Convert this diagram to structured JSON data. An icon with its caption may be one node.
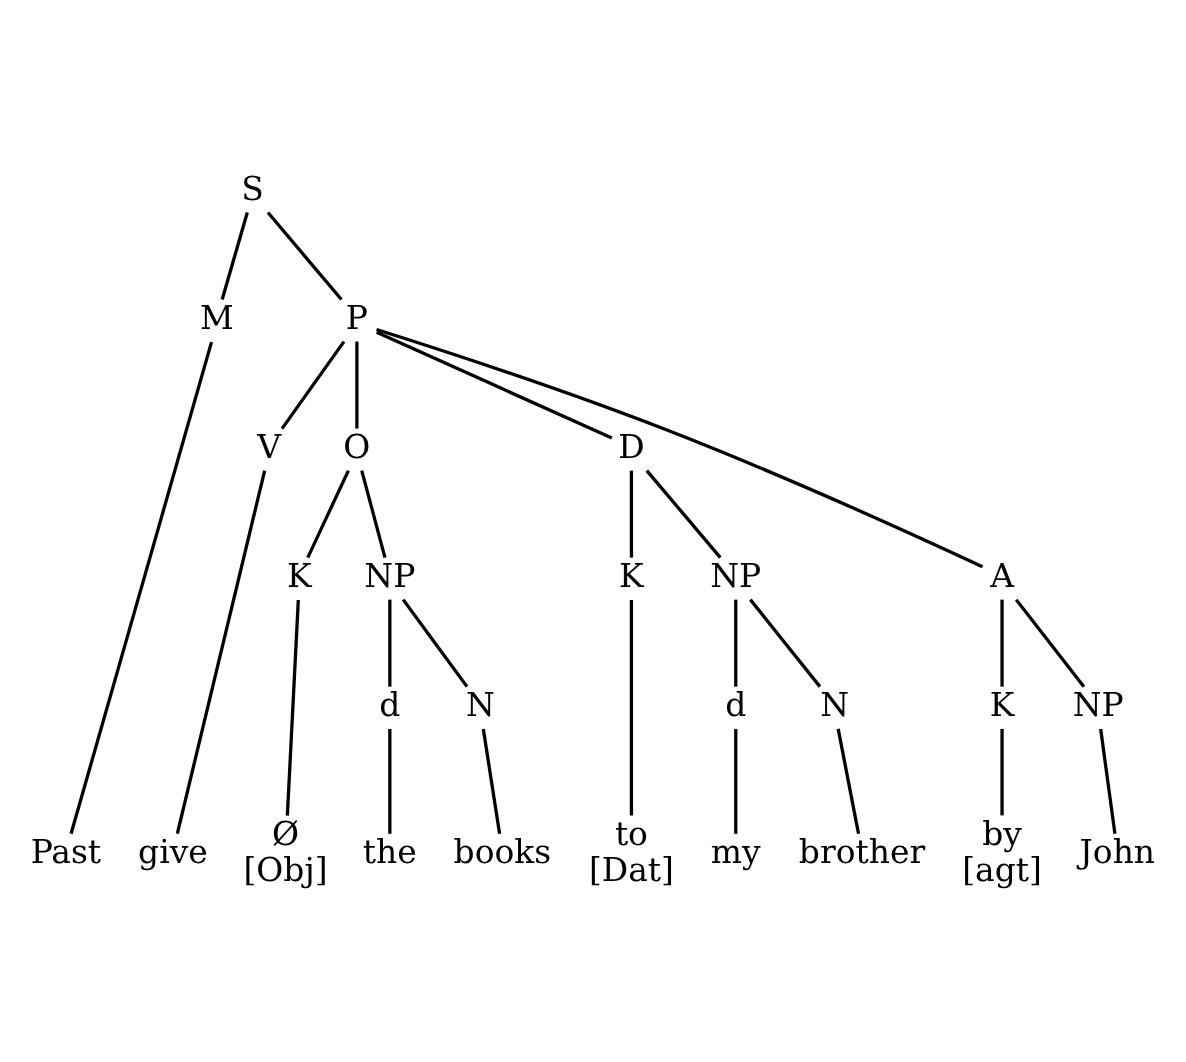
{
  "diagram": {
    "nodes": [
      {
        "text": [
          "S"
        ]
      },
      {
        "text": [
          "M"
        ]
      },
      {
        "text": [
          "P"
        ]
      },
      {
        "text": [
          "V"
        ]
      },
      {
        "text": [
          "O"
        ]
      },
      {
        "text": [
          "D"
        ]
      },
      {
        "text": [
          "A"
        ]
      },
      {
        "text": [
          "K"
        ]
      },
      {
        "text": [
          "NP"
        ]
      },
      {
        "text": [
          "K"
        ]
      },
      {
        "text": [
          "NP"
        ]
      },
      {
        "text": [
          "K"
        ]
      },
      {
        "text": [
          "NP"
        ]
      },
      {
        "text": [
          "d"
        ]
      },
      {
        "text": [
          "N"
        ]
      },
      {
        "text": [
          "d"
        ]
      },
      {
        "text": [
          "N"
        ]
      },
      {
        "text": [
          "Past"
        ]
      },
      {
        "text": [
          "give"
        ]
      },
      {
        "text": [
          "Ø"
        ],
        "beside": [
          "[Obj]"
        ]
      },
      {
        "text": [
          "the"
        ]
      },
      {
        "text": [
          "books"
        ]
      },
      {
        "text": [
          "to"
        ],
        "beside": [
          "[Dat]"
        ]
      },
      {
        "text": [
          "my"
        ]
      },
      {
        "text": [
          "brother"
        ]
      },
      {
        "text": [
          "by"
        ],
        "beside": [
          "[agt]"
        ]
      },
      {
        "text": [
          "John"
        ]
      }
    ],
    "edges": [
      {
        "from": 0,
        "to": 1,
        "arrow": "none"
      },
      {
        "from": 0,
        "to": 2,
        "arrow": "none"
      },
      {
        "from": 1,
        "to": 17,
        "arrow": "none"
      },
      {
        "from": 2,
        "to": 3,
        "arrow": "none"
      },
      {
        "from": 2,
        "to": 4,
        "arrow": "none"
      },
      {
        "from": 2,
        "to": 5,
        "arrow": "none"
      },
      {
        "from": 2,
        "to": 6,
        "arrow": "none"
      },
      {
        "from": 3,
        "to": 18,
        "arrow": "none"
      },
      {
        "from": 4,
        "to": 7,
        "arrow": "none"
      },
      {
        "from": 4,
        "to": 8,
        "arrow": "none"
      },
      {
        "from": 7,
        "to": 19,
        "arrow": "none"
      },
      {
        "from": 8,
        "to": 13,
        "arrow": "none"
      },
      {
        "from": 8,
        "to": 14,
        "arrow": "none"
      },
      {
        "from": 13,
        "to": 20,
        "arrow": "none"
      },
      {
        "from": 14,
        "to": 21,
        "arrow": "none"
      },
      {
        "from": 5,
        "to": 9,
        "arrow": "none"
      },
      {
        "from": 5,
        "to": 10,
        "arrow": "none"
      },
      {
        "from": 9,
        "to": 22,
        "arrow": "none"
      },
      {
        "from": 10,
        "to": 15,
        "arrow": "none"
      },
      {
        "from": 10,
        "to": 16,
        "arrow": "none"
      },
      {
        "from": 15,
        "to": 23,
        "arrow": "none"
      },
      {
        "from": 16,
        "to": 24,
        "arrow": "none"
      },
      {
        "from": 6,
        "to": 11,
        "arrow": "none"
      },
      {
        "from": 6,
        "to": 12,
        "arrow": "none"
      },
      {
        "from": 11,
        "to": 25,
        "arrow": "none"
      },
      {
        "from": 12,
        "to": 26,
        "arrow": "none"
      }
    ]
  }
}
